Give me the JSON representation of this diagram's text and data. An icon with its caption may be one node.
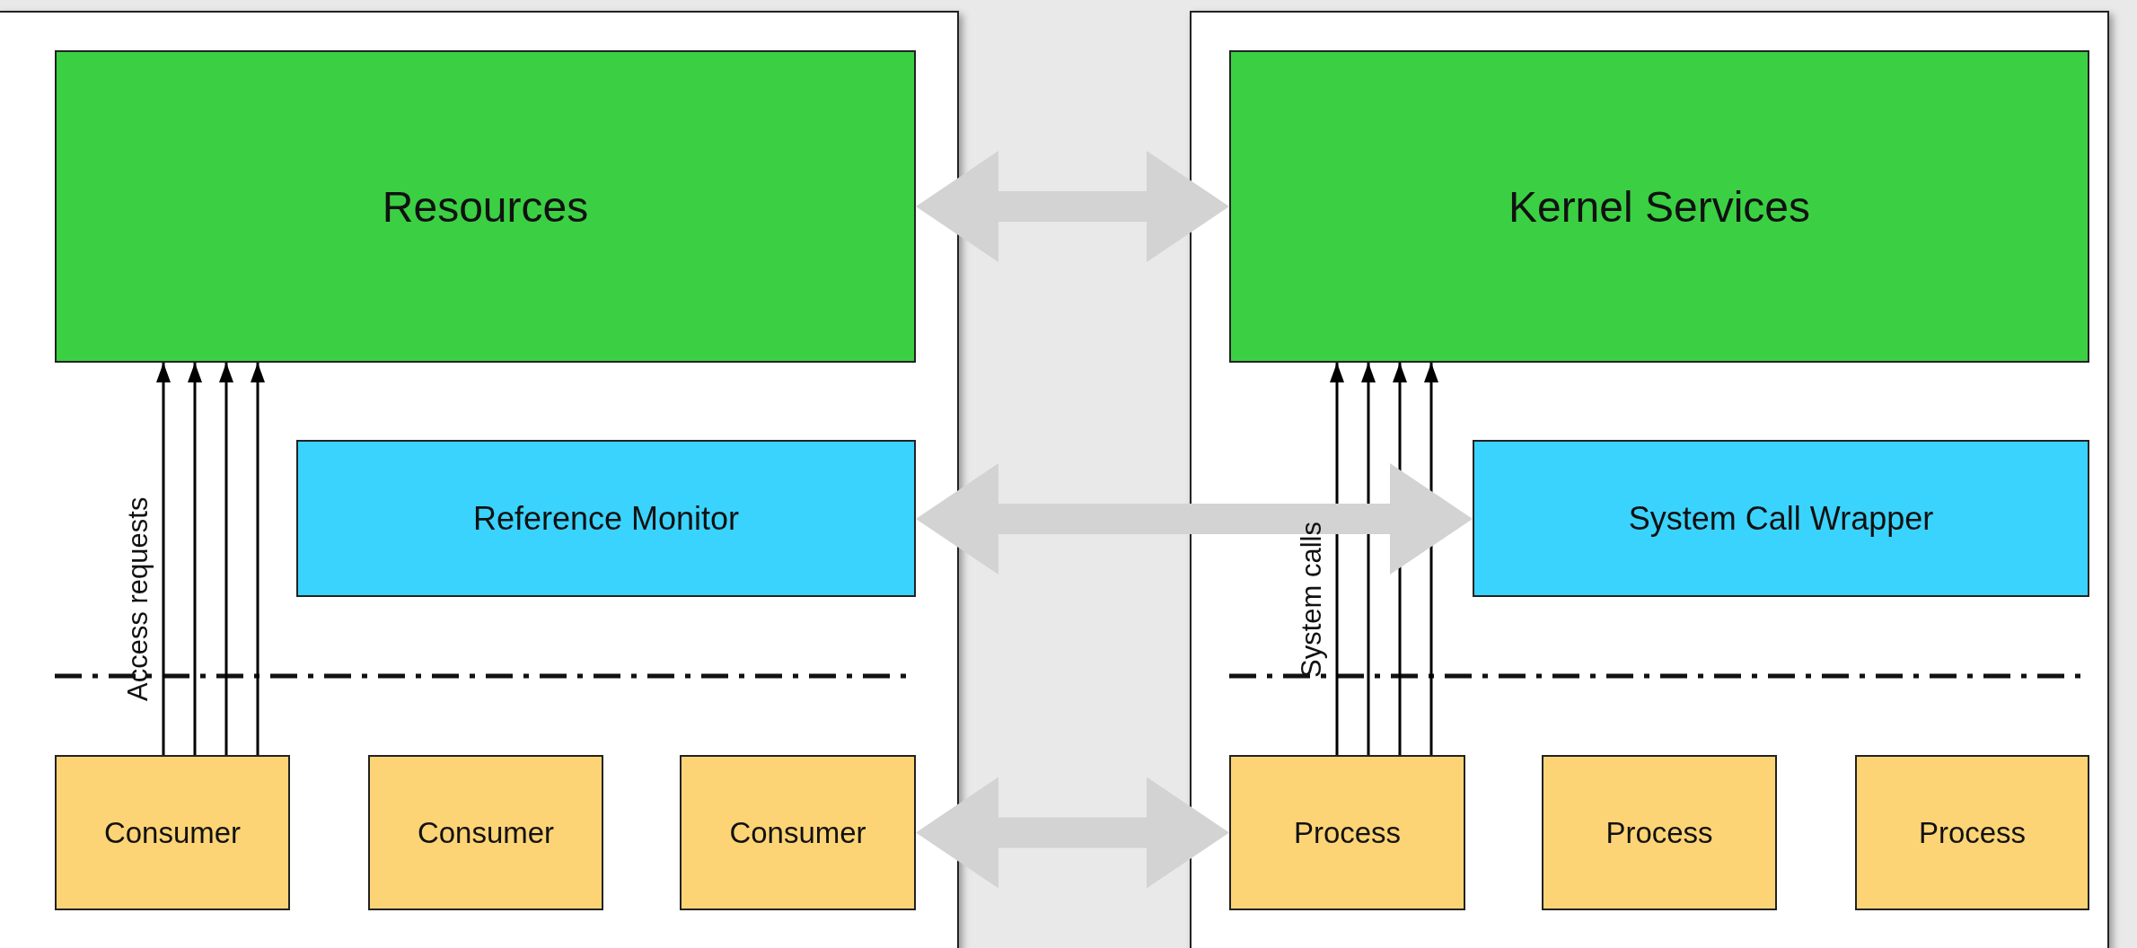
{
  "diagram": {
    "nodes": [
      {
        "text": [
          "Resources"
        ]
      },
      {
        "text": [
          "Reference Monitor"
        ]
      },
      {
        "text": [
          "Consumer"
        ]
      },
      {
        "text": [
          "Consumer"
        ]
      },
      {
        "text": [
          "Consumer"
        ]
      },
      {
        "text": [
          "Kernel Services"
        ]
      },
      {
        "text": [
          "System Call Wrapper"
        ]
      },
      {
        "text": [
          "Process"
        ]
      },
      {
        "text": [
          "Process"
        ]
      },
      {
        "text": [
          "Process"
        ]
      }
    ],
    "edges": [
      {
        "from": 2,
        "to": 0,
        "arrow": "to",
        "label": "Access requests"
      },
      {
        "from": 2,
        "to": 0,
        "arrow": "to"
      },
      {
        "from": 2,
        "to": 0,
        "arrow": "to"
      },
      {
        "from": 2,
        "to": 0,
        "arrow": "to"
      },
      {
        "from": 7,
        "to": 5,
        "arrow": "to",
        "label": "System calls"
      },
      {
        "from": 7,
        "to": 5,
        "arrow": "to"
      },
      {
        "from": 7,
        "to": 5,
        "arrow": "to"
      },
      {
        "from": 7,
        "to": 5,
        "arrow": "to"
      },
      {
        "from": 0,
        "to": 5,
        "arrow": "both",
        "style": "thick",
        "color": "#d3d3d3"
      },
      {
        "from": 1,
        "to": 6,
        "arrow": "both",
        "style": "thick",
        "color": "#d3d3d3"
      },
      {
        "from": 4,
        "to": 7,
        "arrow": "both",
        "style": "thick",
        "color": "#d3d3d3"
      }
    ]
  }
}
